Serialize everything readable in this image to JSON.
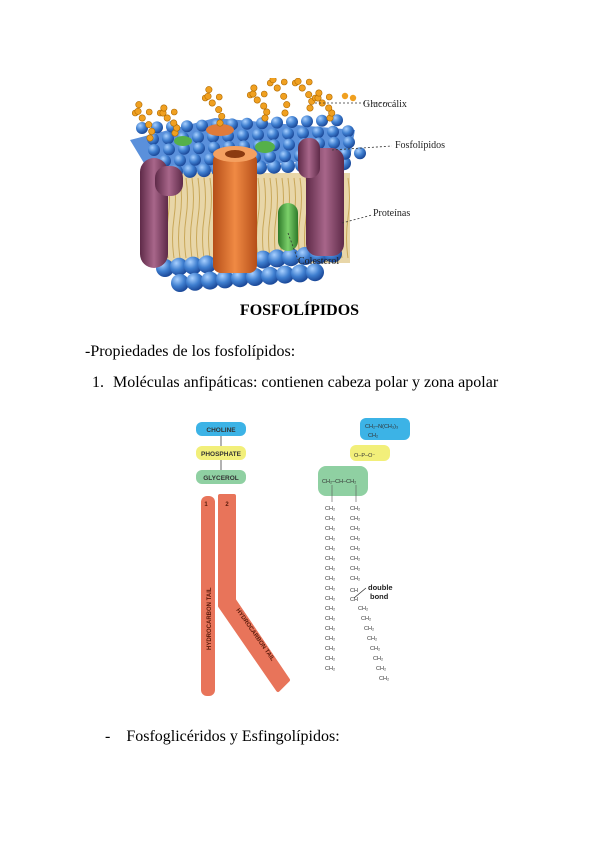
{
  "membrane_figure": {
    "labels": {
      "glycocalyx": "Glucocálix",
      "phospholipids": "Fosfolípidos",
      "proteins": "Proteínas",
      "cholesterol": "Colesterol"
    }
  },
  "heading": "FOSFOLÍPIDOS",
  "properties_intro": "-Propiedades de los fosfolípidos:",
  "list_item_1": {
    "number": "1.",
    "text": "Moléculas anfipáticas: contienen cabeza polar y zona apolar"
  },
  "phospholipid_figure": {
    "choline": "CHOLINE",
    "phosphate": "PHOSPHATE",
    "glycerol": "GLYCEROL",
    "tail_1_number": "1",
    "tail_2_number": "2",
    "tail_1_label": "HYDROCARBON TAIL",
    "tail_2_label": "HYDROCARBON TAIL",
    "double_bond": "double",
    "double_bond_2": "bond"
  },
  "bullet_item": {
    "marker": "-",
    "text": "Fosfoglicéridos y Esfingolípidos:"
  },
  "colors": {
    "head_blue": "#4aa7d8",
    "membrane_blue": "#3f7fd0",
    "tail_orange": "#e8745a",
    "protein_orange": "#e07b3a",
    "protein_purple": "#8b4a6e",
    "cholesterol_green": "#55b04a",
    "glycocalyx_orange": "#f0a020",
    "choline_box": "#3cb3e6",
    "phosphate_box": "#f2ef7a",
    "glycerol_box": "#8fd0a2"
  }
}
